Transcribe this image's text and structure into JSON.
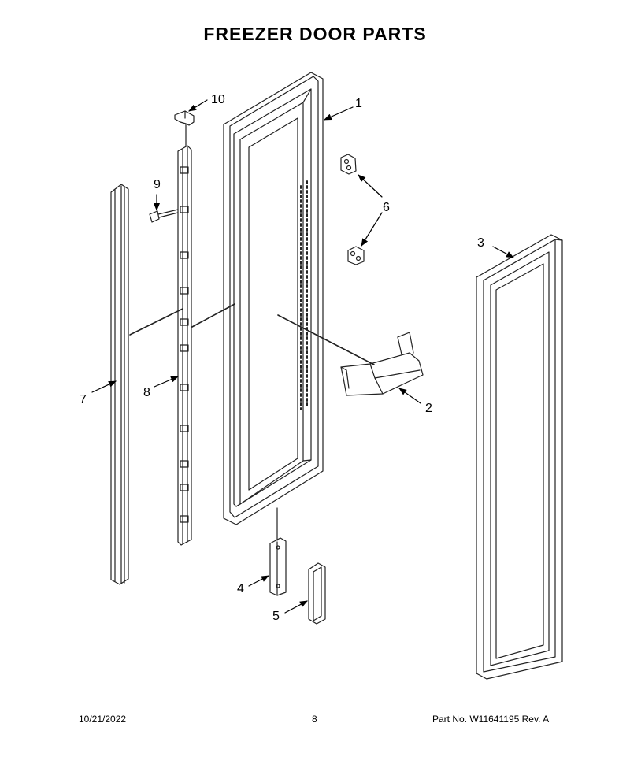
{
  "title": "FREEZER DOOR PARTS",
  "callouts": [
    "1",
    "2",
    "3",
    "4",
    "5",
    "6",
    "7",
    "8",
    "9",
    "10"
  ],
  "footer": {
    "date": "10/21/2022",
    "page": "8",
    "part_info": "Part No.  W11641195  Rev.  A"
  }
}
